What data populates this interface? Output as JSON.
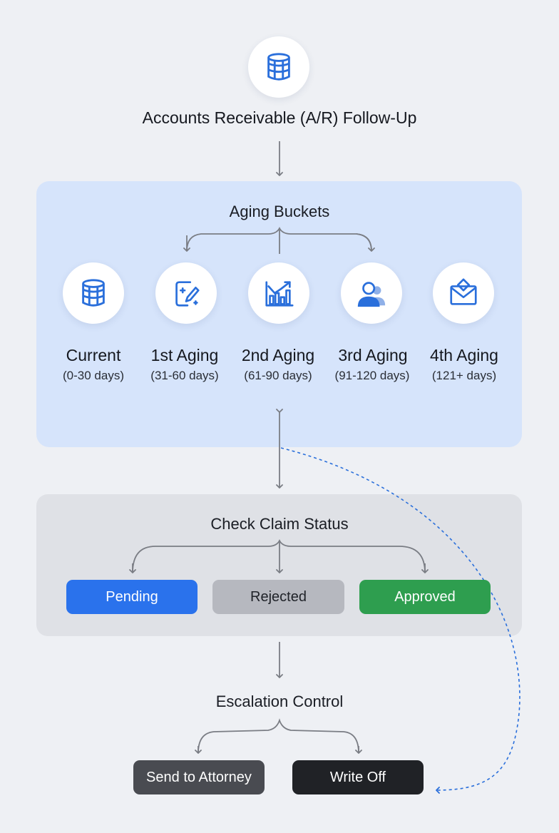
{
  "header": {
    "title": "Accounts Receivable (A/R) Follow-Up",
    "icon": "database-icon"
  },
  "aging": {
    "title": "Aging Buckets",
    "buckets": [
      {
        "label": "Current",
        "range": "(0-30 days)",
        "icon": "database-icon"
      },
      {
        "label": "1st Aging",
        "range": "(31-60 days)",
        "icon": "edit-document-icon"
      },
      {
        "label": "2nd Aging",
        "range": "(61-90 days)",
        "icon": "bar-chart-icon"
      },
      {
        "label": "3rd Aging",
        "range": "(91-120 days)",
        "icon": "users-icon"
      },
      {
        "label": "4th Aging",
        "range": "(121+ days)",
        "icon": "mail-icon"
      }
    ]
  },
  "status": {
    "title": "Check Claim Status",
    "options": [
      {
        "label": "Pending",
        "color": "#2a72ec"
      },
      {
        "label": "Rejected",
        "color": "#b6b8bf"
      },
      {
        "label": "Approved",
        "color": "#2e9e4f"
      }
    ]
  },
  "escalation": {
    "title": "Escalation Control",
    "options": [
      {
        "label": "Send to Attorney",
        "color": "#494b51"
      },
      {
        "label": "Write Off",
        "color": "#202226"
      }
    ]
  },
  "colors": {
    "accent": "#2a6fdb",
    "background": "#eef0f4",
    "aging_panel": "#d6e4fb",
    "status_panel": "#dfe1e6",
    "connector": "#7a7d84"
  }
}
